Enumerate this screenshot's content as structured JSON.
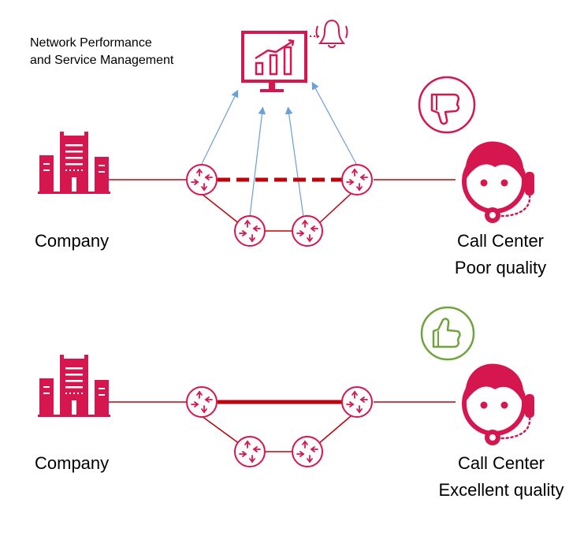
{
  "monitor": {
    "title_line1": "Network Performance",
    "title_line2": "and Service Management"
  },
  "scenario_poor": {
    "company_label": "Company",
    "callcenter_label_line1": "Call Center",
    "callcenter_label_line2": "Poor quality",
    "feedback_icon": "thumbs-down-icon",
    "main_link_style": "dashed"
  },
  "scenario_good": {
    "company_label": "Company",
    "callcenter_label_line1": "Call Center",
    "callcenter_label_line2": "Excellent quality",
    "feedback_icon": "thumbs-up-icon",
    "main_link_style": "solid"
  },
  "colors": {
    "brand": "#d6164f",
    "link": "#c0000a",
    "monitor_arrow": "#6a9fd8",
    "positive": "#70a33c",
    "text": "#000000"
  }
}
